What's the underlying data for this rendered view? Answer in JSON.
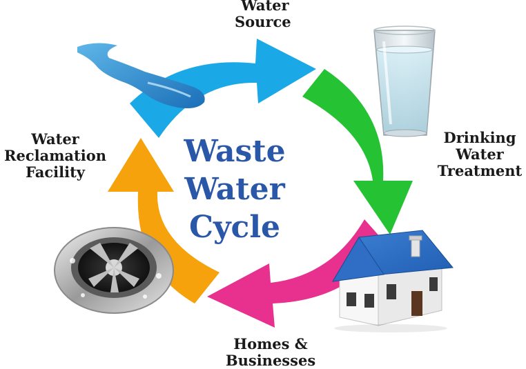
{
  "title": {
    "line1": "Waste",
    "line2": "Water",
    "line3": "Cycle"
  },
  "stages": {
    "water_source": {
      "line1": "Water",
      "line2": "Source"
    },
    "drinking_water": {
      "line1": "Drinking",
      "line2": "Water",
      "line3": "Treatment"
    },
    "homes": {
      "line1": "Homes &",
      "line2": "Businesses"
    },
    "reclamation": {
      "line1": "Water",
      "line2": "Reclamation",
      "line3": "Facility"
    }
  },
  "colors": {
    "title": "#2a57a8",
    "arrow_source": "#1aa9e6",
    "arrow_treatment": "#25c234",
    "arrow_homes": "#e8308f",
    "arrow_reclamation": "#f5a20c"
  },
  "icons": [
    "water-stream-icon",
    "water-glass-icon",
    "house-icon",
    "drain-icon"
  ]
}
